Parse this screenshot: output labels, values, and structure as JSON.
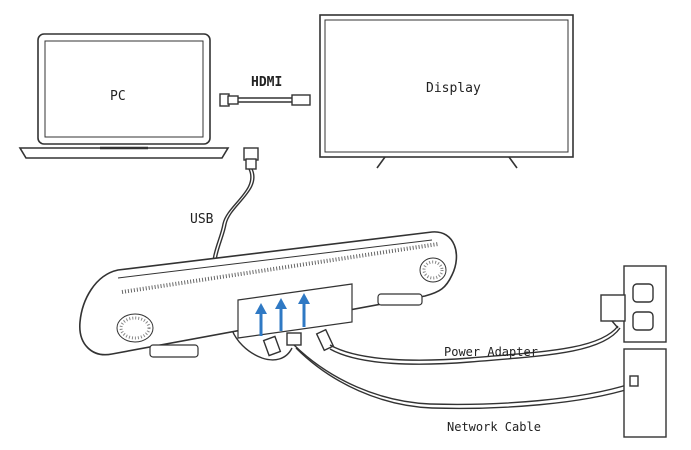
{
  "labels": {
    "pc": "PC",
    "display": "Display",
    "hdmi": "HDMI",
    "usb": "USB",
    "power_adapter": "Power Adapter",
    "network_cable": "Network Cable"
  },
  "colors": {
    "line": "#333333",
    "arrow": "#2f79c4",
    "background": "#ffffff"
  }
}
